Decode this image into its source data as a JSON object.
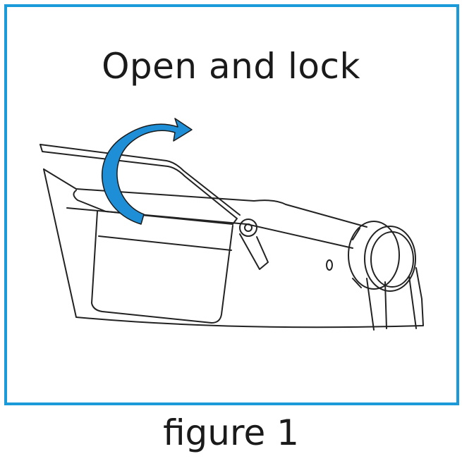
{
  "diagram": {
    "title": "Open and lock",
    "caption": "figure 1"
  },
  "colors": {
    "frame": "#1a9ad9",
    "arrow": "#1e8fd6",
    "line": "#222222"
  },
  "icons": {
    "arrow": "curved-rotation-arrow-icon",
    "part": "lamp-bar-with-hinged-flap"
  }
}
